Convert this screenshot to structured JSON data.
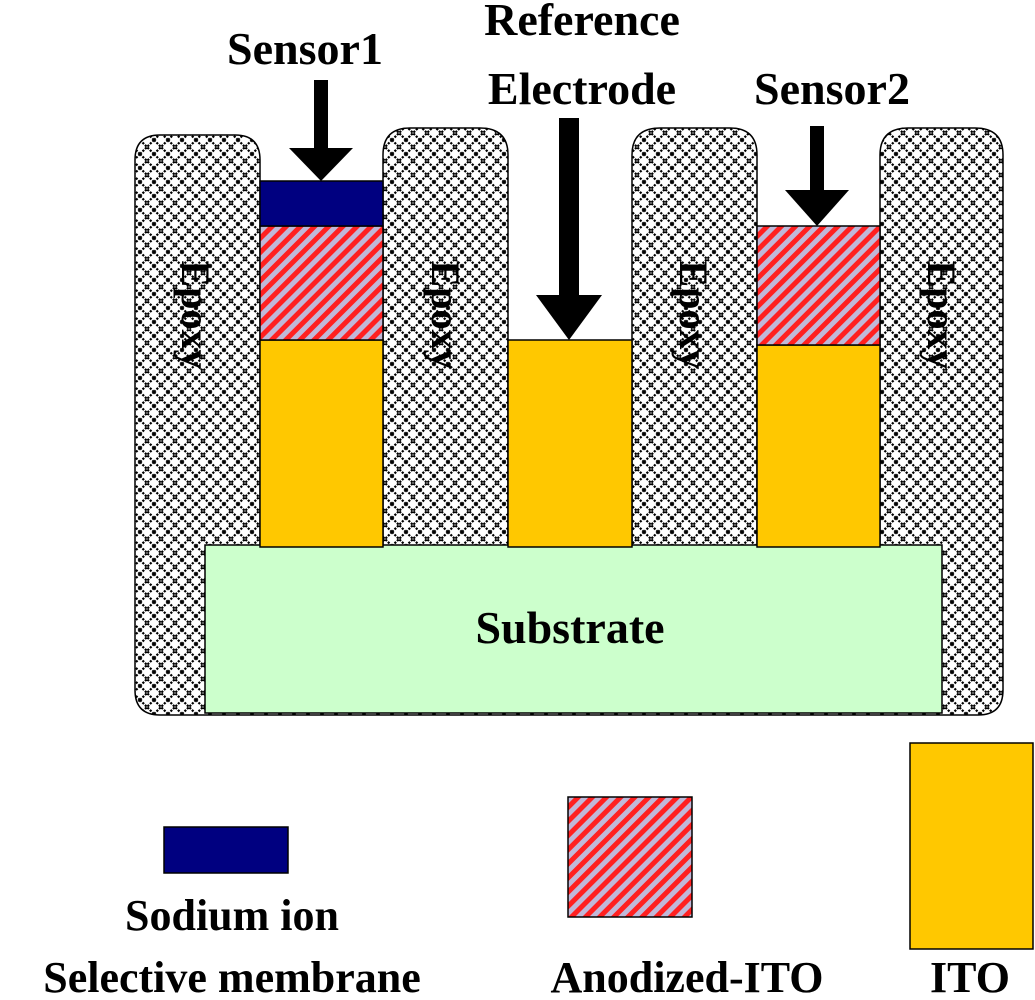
{
  "labels": {
    "sensor1": "Sensor1",
    "reference_line1": "Reference",
    "reference_line2": "Electrode",
    "sensor2": "Sensor2",
    "substrate": "Substrate",
    "epoxy": "Epoxy"
  },
  "legend": {
    "membrane_line1": "Sodium ion",
    "membrane_line2": "Selective membrane",
    "anodized": "Anodized-ITO",
    "ito": "ITO"
  },
  "colors": {
    "membrane": "#000080",
    "ito": "#FFC800",
    "substrate": "#CCFFCC",
    "stripe_red": "#FF2020",
    "stripe_gray": "#C0B8D8",
    "epoxy_pattern": "#000000"
  }
}
